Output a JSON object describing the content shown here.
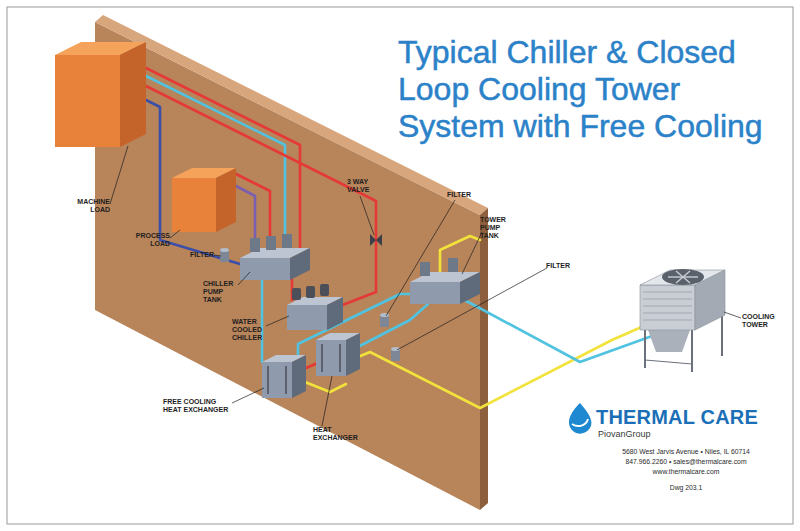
{
  "diagram": {
    "title": "Typical Chiller & Closed Loop Cooling Tower System with Free Cooling",
    "labels": [
      "MACHINE LOAD",
      "PROCESS LOAD",
      "FILTER",
      "CHILLER PUMP TANK",
      "3 WAY VALVE",
      "FILTER",
      "TOWER PUMP TANK",
      "FILTER",
      "WATER COOLED CHILLER",
      "FREE COOLING HEAT EXCHANGER",
      "HEAT EXCHANGER",
      "COOLING TOWER",
      "THERMAL CARE",
      "PiovanGroup",
      "5680 West Jarvis Avenue • Niles, IL 60714",
      "847.966.2260 • sales@thermalcare.com",
      "www.thermalcare.com",
      "Dwg 203.1"
    ]
  }
}
